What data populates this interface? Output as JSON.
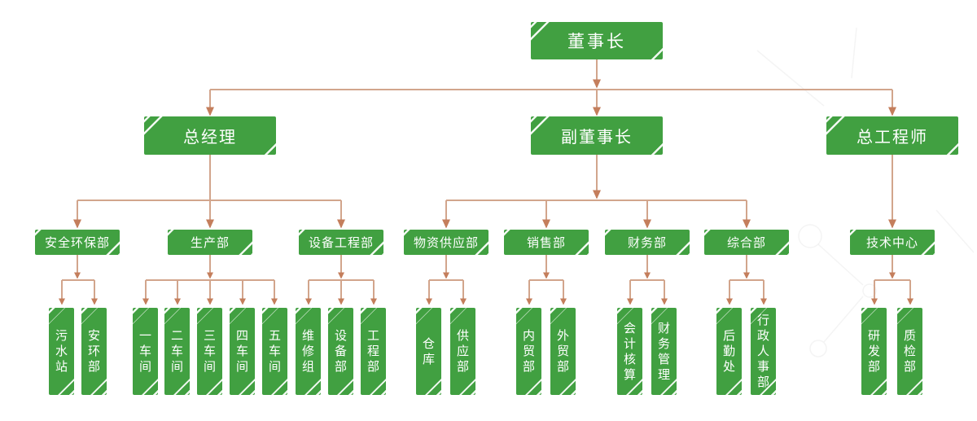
{
  "palette": {
    "node_green": "#41a041",
    "node_text": "#ffffff",
    "connector_line": "#d2a58c",
    "connector_arrow": "#c47e5c",
    "background": "#ffffff"
  },
  "nodes": {
    "chairman": {
      "label": "董事长"
    },
    "gm": {
      "label": "总经理"
    },
    "vice_chairman": {
      "label": "副董事长"
    },
    "chief_engineer": {
      "label": "总工程师"
    },
    "safety_env": {
      "label": "安全环保部"
    },
    "production": {
      "label": "生产部"
    },
    "equipment_eng": {
      "label": "设备工程部"
    },
    "supply": {
      "label": "物资供应部"
    },
    "sales": {
      "label": "销售部"
    },
    "finance": {
      "label": "财务部"
    },
    "general_affairs": {
      "label": "综合部"
    },
    "tech_center": {
      "label": "技术中心"
    },
    "sewage": {
      "label": "污水站"
    },
    "safety_unit": {
      "label": "安环部"
    },
    "workshop_1": {
      "label": "一车间"
    },
    "workshop_2": {
      "label": "二车间"
    },
    "workshop_3": {
      "label": "三车间"
    },
    "workshop_4": {
      "label": "四车间"
    },
    "workshop_5": {
      "label": "五车间"
    },
    "maintenance": {
      "label": "维修组"
    },
    "equipment_dept": {
      "label": "设备部"
    },
    "engineering_dept": {
      "label": "工程部"
    },
    "warehouse": {
      "label": "仓库"
    },
    "supply_dept": {
      "label": "供应部"
    },
    "domestic_trade": {
      "label": "内贸部"
    },
    "foreign_trade": {
      "label": "外贸部"
    },
    "accounting": {
      "label": "会计核算"
    },
    "financial_mgmt": {
      "label": "财务管理"
    },
    "logistics": {
      "label": "后勤处"
    },
    "admin_hr": {
      "label": "行政人事部"
    },
    "rnd": {
      "label": "研发部"
    },
    "qc": {
      "label": "质检部"
    }
  },
  "edges": [
    [
      "chairman",
      "gm"
    ],
    [
      "chairman",
      "vice_chairman"
    ],
    [
      "chairman",
      "chief_engineer"
    ],
    [
      "gm",
      "safety_env"
    ],
    [
      "gm",
      "production"
    ],
    [
      "gm",
      "equipment_eng"
    ],
    [
      "vice_chairman",
      "supply"
    ],
    [
      "vice_chairman",
      "sales"
    ],
    [
      "vice_chairman",
      "finance"
    ],
    [
      "vice_chairman",
      "general_affairs"
    ],
    [
      "chief_engineer",
      "tech_center"
    ],
    [
      "safety_env",
      "sewage"
    ],
    [
      "safety_env",
      "safety_unit"
    ],
    [
      "production",
      "workshop_1"
    ],
    [
      "production",
      "workshop_2"
    ],
    [
      "production",
      "workshop_3"
    ],
    [
      "production",
      "workshop_4"
    ],
    [
      "production",
      "workshop_5"
    ],
    [
      "equipment_eng",
      "maintenance"
    ],
    [
      "equipment_eng",
      "equipment_dept"
    ],
    [
      "equipment_eng",
      "engineering_dept"
    ],
    [
      "supply",
      "warehouse"
    ],
    [
      "supply",
      "supply_dept"
    ],
    [
      "sales",
      "domestic_trade"
    ],
    [
      "sales",
      "foreign_trade"
    ],
    [
      "finance",
      "accounting"
    ],
    [
      "finance",
      "financial_mgmt"
    ],
    [
      "general_affairs",
      "logistics"
    ],
    [
      "general_affairs",
      "admin_hr"
    ],
    [
      "tech_center",
      "rnd"
    ],
    [
      "tech_center",
      "qc"
    ]
  ]
}
